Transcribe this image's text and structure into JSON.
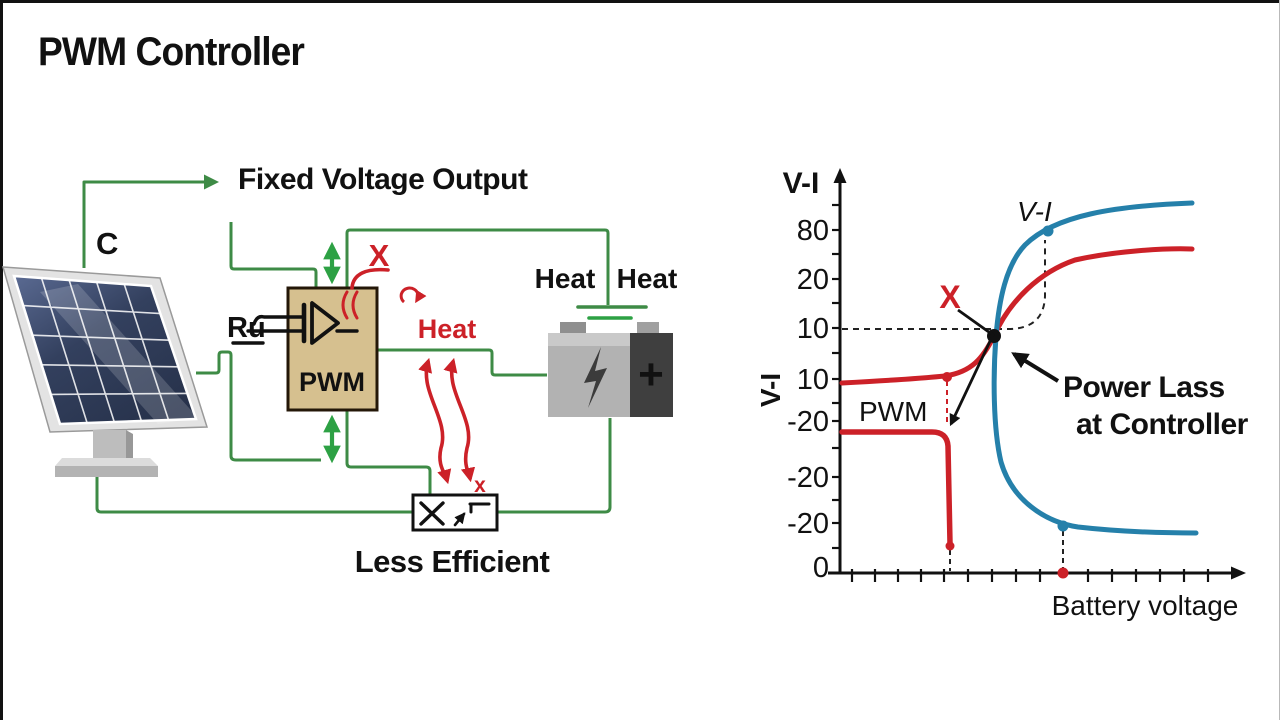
{
  "title": "PWM Controller",
  "colors": {
    "wire_green": "#3e8b46",
    "arrow_green": "#2da144",
    "red": "#cc2128",
    "blue": "#2580aa",
    "pwm_box_fill": "#d6c08f",
    "battery_dark": "#3f3f3f",
    "battery_light": "#b2b2b2"
  },
  "diagram": {
    "fixed_voltage_output": "Fixed Voltage Output",
    "c_label": "C",
    "ru_label": "Ru",
    "pwm_label": "PWM",
    "x_label": "X",
    "heat_label": "Heat",
    "heat_left": "Heat",
    "heat_right": "Heat",
    "battery_plus": "+",
    "small_x": "x",
    "less_efficient": "Less Efficient"
  },
  "chart": {
    "y_axis_title": "V-I",
    "y_axis_side_label": "V-I",
    "y_tick_labels": [
      "80",
      "20",
      "10",
      "10",
      "-20",
      "-20",
      "-20",
      "0"
    ],
    "x_label": "Battery voltage",
    "x_annotation": "X",
    "pwm_annotation": "PWM",
    "vi_annotation": "V-I",
    "power_loss_line1": "Power Lass",
    "power_loss_line2": "at Controller"
  },
  "chart_data": {
    "type": "line",
    "title": "",
    "xlabel": "Battery voltage",
    "ylabel": "V-I",
    "grid": false,
    "legend": "none",
    "y_tick_labels_top_to_bottom": [
      "80",
      "20",
      "10",
      "10",
      "-20",
      "-20",
      "-20",
      "0"
    ],
    "x_axis": {
      "numeric_labels": false,
      "tick_count": 16
    },
    "dashed_reference_level": "10",
    "series": [
      {
        "name": "V-I battery curve",
        "color": "#2580aa",
        "shape": "steep reverse-S: flat upper-right arm, near-vertical middle through operating point, flat lower-right arm",
        "marked_points": 2
      },
      {
        "name": "source output curve",
        "color": "#cc2128",
        "shape": "flat at level 10 from axis, rises through operating point, saturates toward upper right",
        "marked_points": 1
      },
      {
        "name": "PWM line",
        "color": "#cc2128",
        "shape": "horizontal at level -20 then vertical drop at PWM operating voltage",
        "marked_points": 1
      },
      {
        "name": "operating point",
        "color": "#111111",
        "shape": "black dot at intersection of curves on dashed level 10"
      }
    ],
    "annotations": [
      "X",
      "PWM",
      "V-I",
      "Power Lass at Controller"
    ]
  }
}
